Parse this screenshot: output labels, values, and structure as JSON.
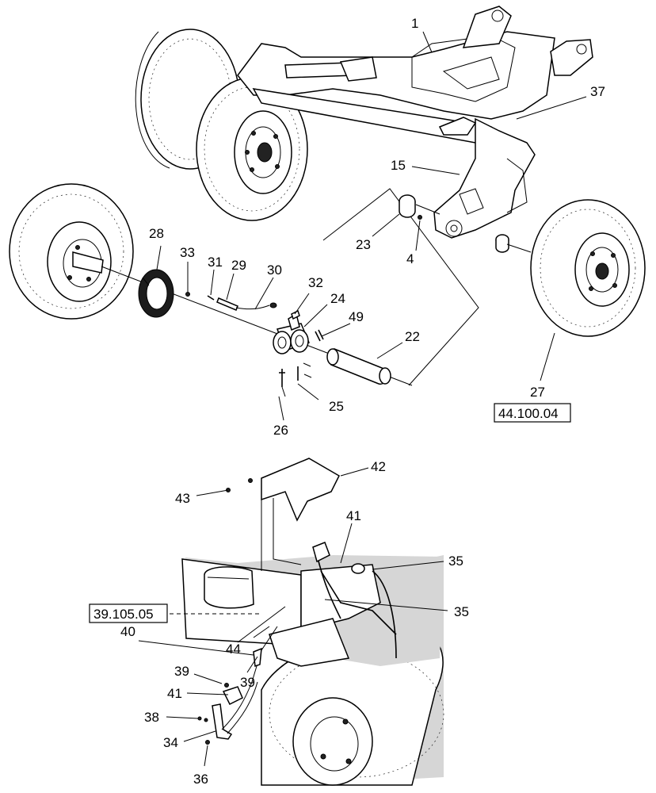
{
  "callouts": {
    "c1": "1",
    "c37": "37",
    "c15": "15",
    "c23": "23",
    "c4": "4",
    "c28": "28",
    "c33": "33",
    "c31": "31",
    "c29": "29",
    "c30": "30",
    "c32": "32",
    "c24": "24",
    "c49": "49",
    "c22": "22",
    "c25": "25",
    "c26": "26",
    "c27": "27",
    "c42": "42",
    "c43": "43",
    "c41a": "41",
    "c35a": "35",
    "c35b": "35",
    "c40": "40",
    "c44": "44",
    "c39a": "39",
    "c39b": "39",
    "c41b": "41",
    "c38": "38",
    "c34": "34",
    "c36": "36"
  },
  "references": {
    "ref_axle": "44.100.04",
    "ref_tank": "39.105.05"
  }
}
